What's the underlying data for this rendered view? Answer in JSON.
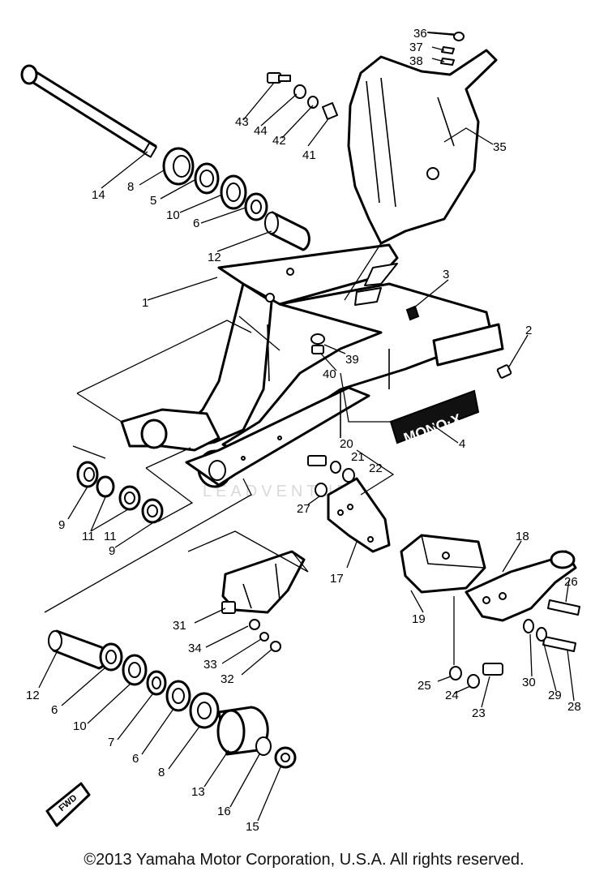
{
  "diagram": {
    "brand_text": "MONO·X",
    "watermark": "LEADVENTURE",
    "callouts": [
      "1",
      "2",
      "3",
      "4",
      "5",
      "6",
      "6",
      "6",
      "7",
      "8",
      "8",
      "9",
      "9",
      "10",
      "10",
      "11",
      "11",
      "12",
      "12",
      "13",
      "14",
      "15",
      "16",
      "17",
      "18",
      "19",
      "20",
      "21",
      "22",
      "23",
      "24",
      "25",
      "26",
      "27",
      "28",
      "29",
      "30",
      "31",
      "32",
      "33",
      "34",
      "35",
      "36",
      "37",
      "38",
      "39",
      "40",
      "41",
      "42",
      "43",
      "44"
    ],
    "fwd_label": "FWD"
  },
  "footer": {
    "copyright": "©2013 Yamaha Motor Corporation, U.S.A. All rights reserved."
  }
}
